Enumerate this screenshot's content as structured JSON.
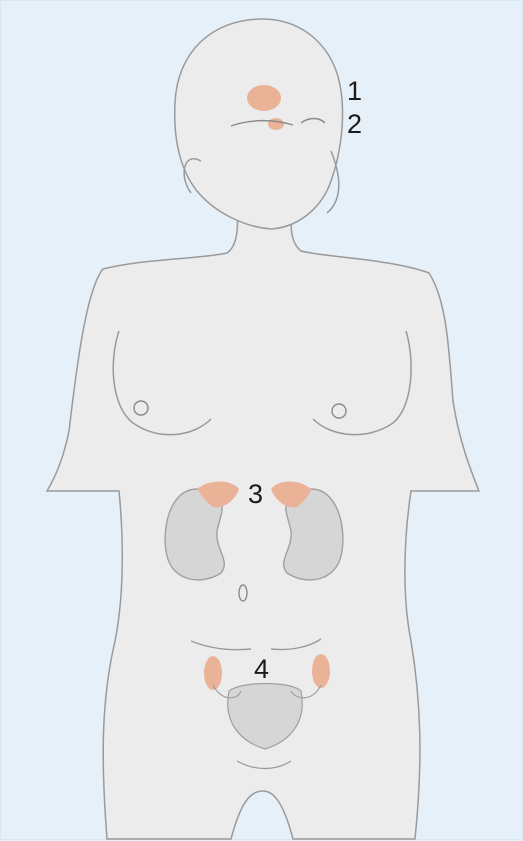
{
  "markers": [
    {
      "label": "1",
      "gland": "hypothalamus"
    },
    {
      "label": "2",
      "gland": "pituitary"
    },
    {
      "label": "3",
      "gland": "adrenal"
    },
    {
      "label": "4",
      "gland": "ovary"
    }
  ],
  "colors": {
    "background": "#e6f0f8",
    "body_fill": "#ececec",
    "body_outline": "#9a9a9a",
    "gland_fill": "#eab397",
    "kidney_fill": "#d6d6d6",
    "marker_text": "#1a1a1a"
  }
}
